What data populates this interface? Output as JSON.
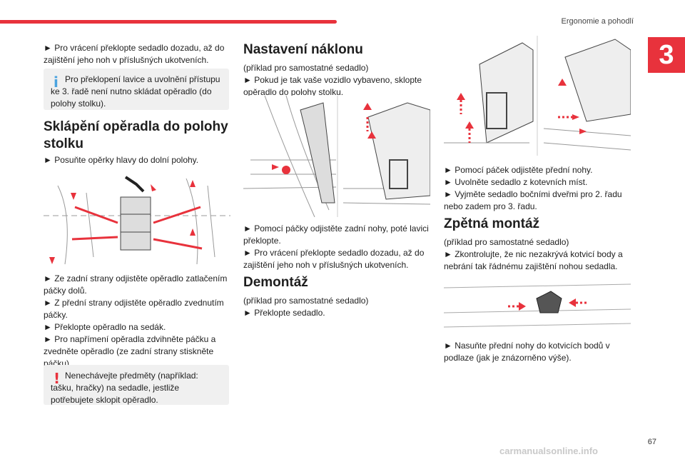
{
  "header": {
    "section": "Ergonomie a pohodlí",
    "chapter": "3"
  },
  "col1": {
    "p1": "► Pro vrácení překlopte sedadlo dozadu, až do zajištění jeho noh v příslušných ukotveních.",
    "info": "Pro překlopení lavice a uvolnění přístupu ke 3. řadě není nutno skládat opěradlo (do polohy stolku).",
    "h1": "Sklápění opěradla do polohy stolku",
    "p2": "► Posuňte opěrky hlavy do dolní polohy.",
    "steps": [
      "► Ze zadní strany odjistěte opěradlo zatlačením páčky dolů.",
      "► Z přední strany odjistěte opěradlo zvednutím páčky.",
      "► Překlopte opěradlo na sedák.",
      "► Pro napřímení opěradla zdvihněte páčku a zvedněte opěradlo (ze zadní strany stiskněte páčku)."
    ],
    "warning": "Nenechávejte předměty (například: tašku, hračky) na sedadle, jestliže potřebujete sklopit opěradlo."
  },
  "col2": {
    "h1": "Nastavení náklonu",
    "p1": "(příklad pro samostatné sedadlo)",
    "p2": "► Pokud je tak vaše vozidlo vybaveno, sklopte opěradlo do polohy stolku.",
    "p3": "► Pomocí páčky odjistěte zadní nohy, poté lavici překlopte.",
    "p4": "► Pro vrácení překlopte sedadlo dozadu, až do zajištění jeho noh v příslušných ukotveních.",
    "h2": "Demontáž",
    "p5": "(příklad pro samostatné sedadlo)",
    "p6": "► Překlopte sedadlo."
  },
  "col3": {
    "p1": "► Pomocí páček odjistěte přední nohy.",
    "p2": "► Uvolněte sedadlo z kotevních míst.",
    "p3": "► Vyjměte sedadlo bočními dveřmi pro 2. řadu nebo zadem pro 3. řadu.",
    "h1": "Zpětná montáž",
    "p4": "(příklad pro samostatné sedadlo)",
    "p5": "► Zkontrolujte, že nic nezakrývá kotvicí body a nebrání tak řádnému zajištění nohou sedadla.",
    "p6": "► Nasuňte přední nohy do kotvicích bodů v podlaze (jak je znázorněno výše)."
  },
  "footer": {
    "page": "67",
    "watermark": "carmanualsonline.info"
  }
}
